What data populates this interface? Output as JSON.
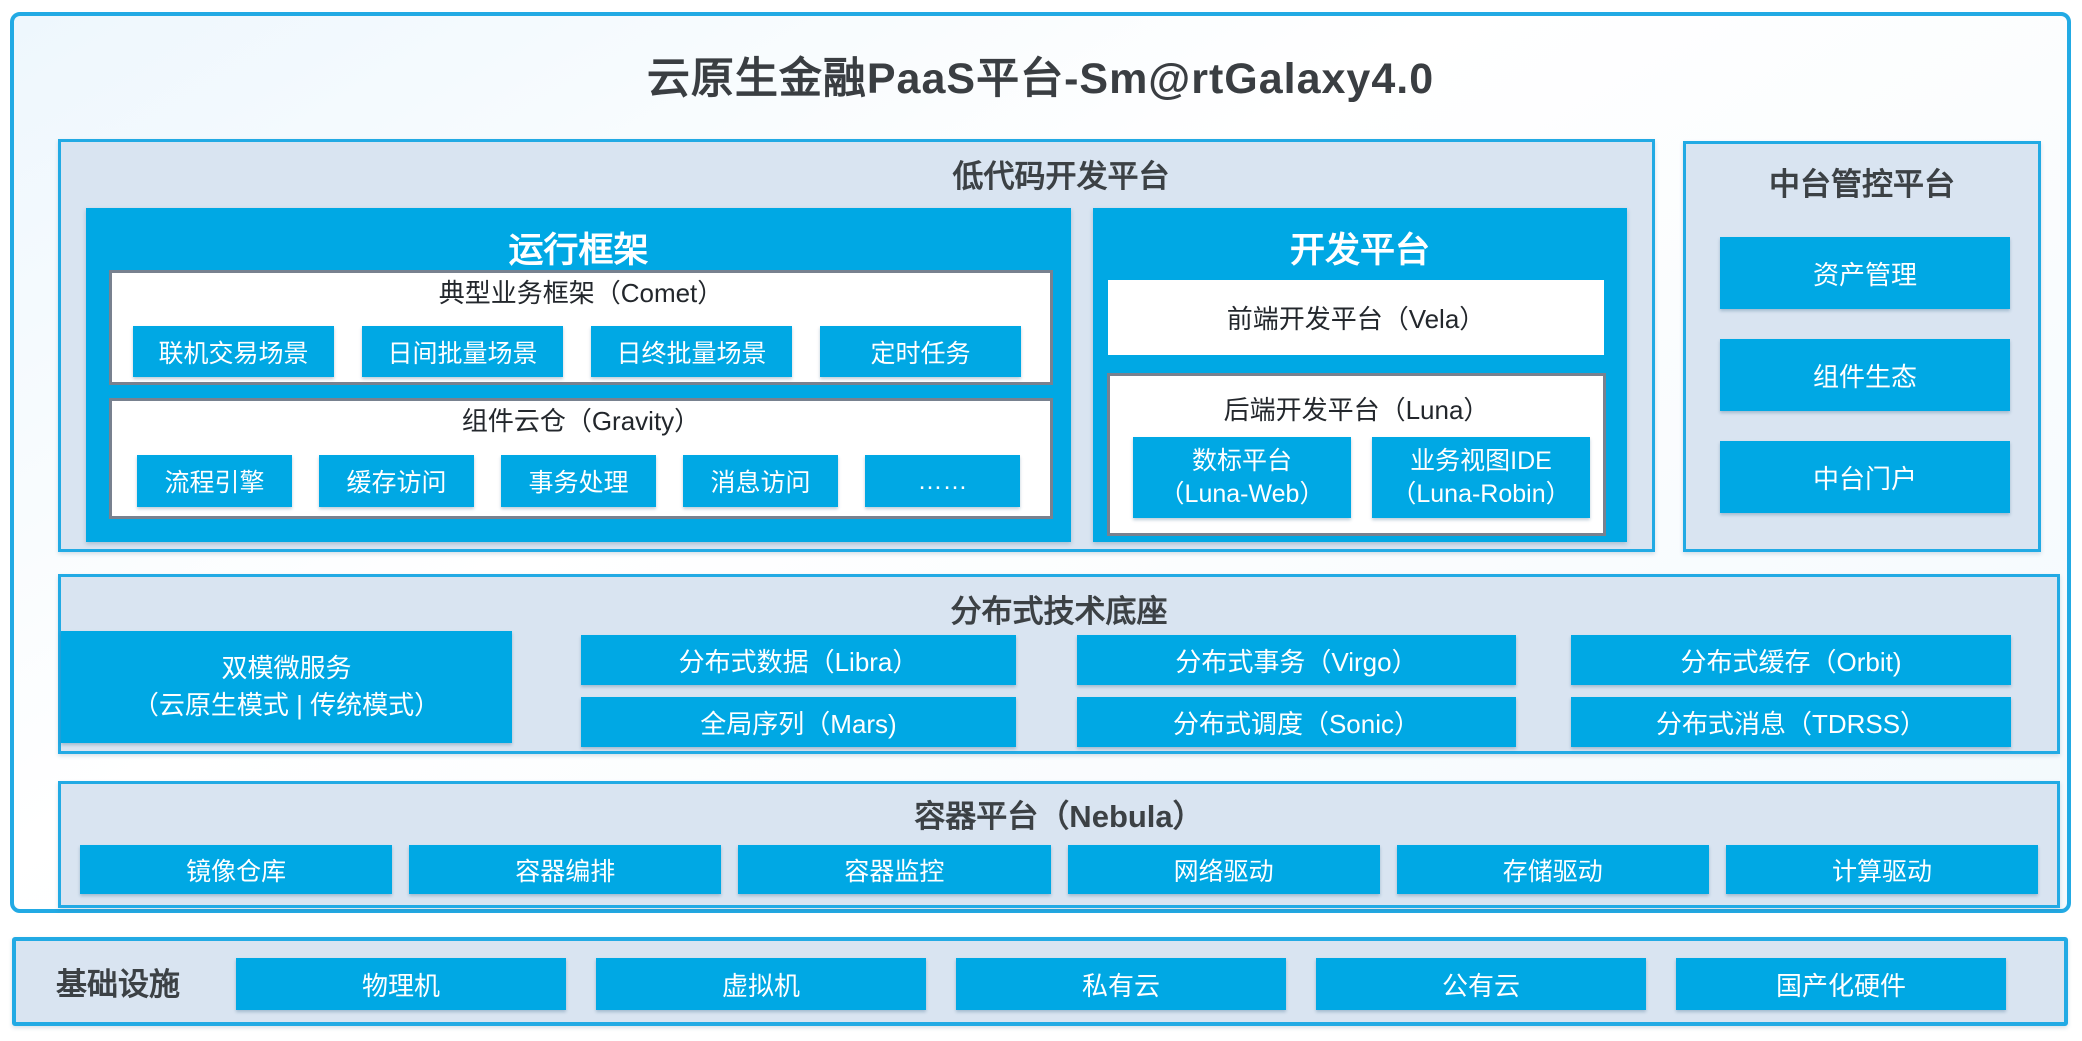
{
  "page": {
    "title": "云原生金融PaaS平台-Sm@rtGalaxy4.0"
  },
  "colors": {
    "accent": "#00a8e4",
    "panel_background": "#d9e4f1",
    "panel_border": "#22aae4",
    "inner_gray_border": "#78818f",
    "dark_text": "#3c4145",
    "node_text": "#ffffff"
  },
  "lowcode": {
    "title": "低代码开发平台",
    "runtime": {
      "title": "运行框架",
      "comet": {
        "title": "典型业务框架（Comet）",
        "items": [
          "联机交易场景",
          "日间批量场景",
          "日终批量场景",
          "定时任务"
        ]
      },
      "gravity": {
        "title": "组件云仓（Gravity）",
        "items": [
          "流程引擎",
          "缓存访问",
          "事务处理",
          "消息访问",
          "……"
        ]
      }
    },
    "devplat": {
      "title": "开发平台",
      "vela": "前端开发平台（Vela）",
      "luna": {
        "title": "后端开发平台（Luna）",
        "items": [
          {
            "line1": "数标平台",
            "line2": "（Luna-Web）"
          },
          {
            "line1": "业务视图IDE",
            "line2": "（Luna-Robin）"
          }
        ]
      }
    }
  },
  "midplat": {
    "title": "中台管控平台",
    "items": [
      "资产管理",
      "组件生态",
      "中台门户"
    ]
  },
  "dist": {
    "title": "分布式技术底座",
    "dual": {
      "line1": "双模微服务",
      "line2": "（云原生模式 | 传统模式）"
    },
    "columns": [
      [
        "分布式数据（Libra）",
        "全局序列（Mars)"
      ],
      [
        "分布式事务（Virgo）",
        "分布式调度（Sonic）"
      ],
      [
        "分布式缓存（Orbit)",
        "分布式消息（TDRSS）"
      ]
    ]
  },
  "nebula": {
    "title": "容器平台（Nebula）",
    "items": [
      "镜像仓库",
      "容器编排",
      "容器监控",
      "网络驱动",
      "存储驱动",
      "计算驱动"
    ]
  },
  "infra": {
    "title": "基础设施",
    "items": [
      "物理机",
      "虚拟机",
      "私有云",
      "公有云",
      "国产化硬件"
    ]
  }
}
